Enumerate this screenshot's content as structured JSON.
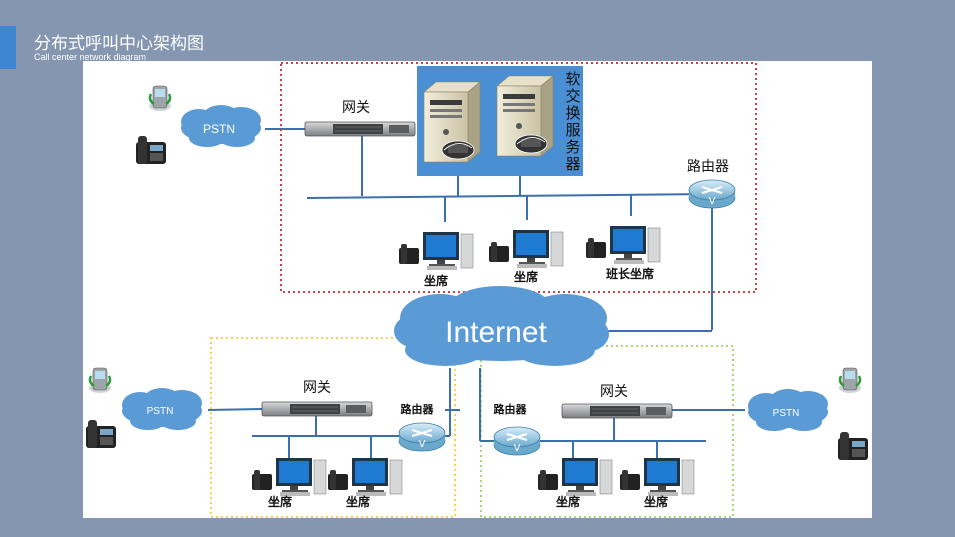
{
  "header": {
    "title": "分布式呼叫中心架构图",
    "subtitle": "Call center network diagram"
  },
  "diagram": {
    "pstn_label": "PSTN",
    "internet_label": "Internet",
    "gateway_label": "网关",
    "router_label": "路由器",
    "softswitch_chars": [
      "软",
      "交",
      "换",
      "服",
      "务",
      "器"
    ],
    "seat_label": "坐席",
    "lead_seat_label": "班长坐席"
  },
  "colors": {
    "background": "#8496b0",
    "accent": "#3f86d2",
    "cloud": "#5b9bd5",
    "hq_border": "#c00000",
    "left_border": "#f2c31a",
    "right_border": "#8fc74c",
    "line": "#3a6fb0"
  }
}
